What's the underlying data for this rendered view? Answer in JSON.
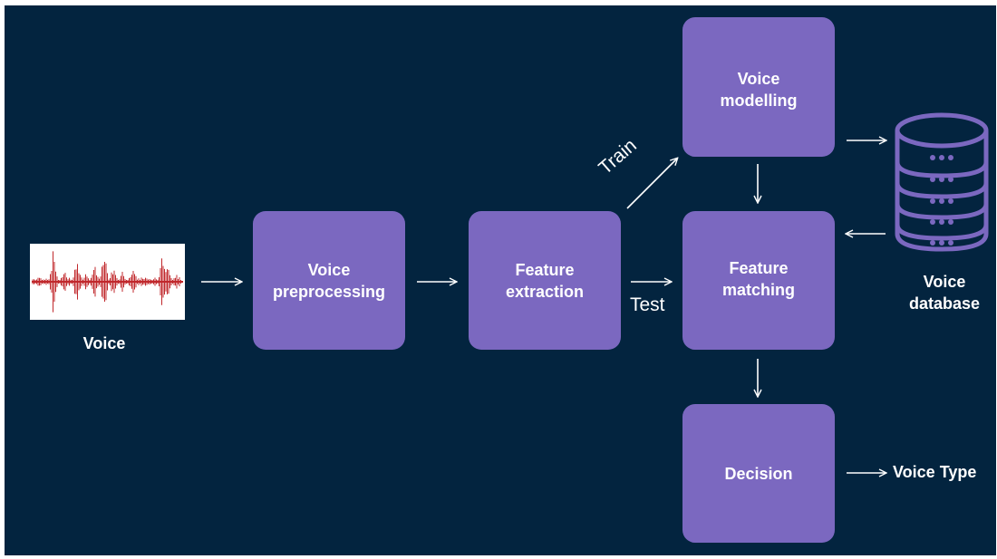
{
  "nodes": {
    "voice_input_label": "Voice",
    "preprocessing": [
      "Voice",
      "preprocessing"
    ],
    "feature_extraction": [
      "Feature",
      "extraction"
    ],
    "voice_modelling": [
      "Voice",
      "modelling"
    ],
    "feature_matching": [
      "Feature",
      "matching"
    ],
    "decision": "Decision",
    "database_label": [
      "Voice",
      "database"
    ],
    "output_label": "Voice Type"
  },
  "edges": {
    "train": "Train",
    "test": "Test"
  },
  "colors": {
    "background": "#03243f",
    "box": "#7b68c0",
    "waveform": "#c0282c",
    "text": "#ffffff"
  }
}
